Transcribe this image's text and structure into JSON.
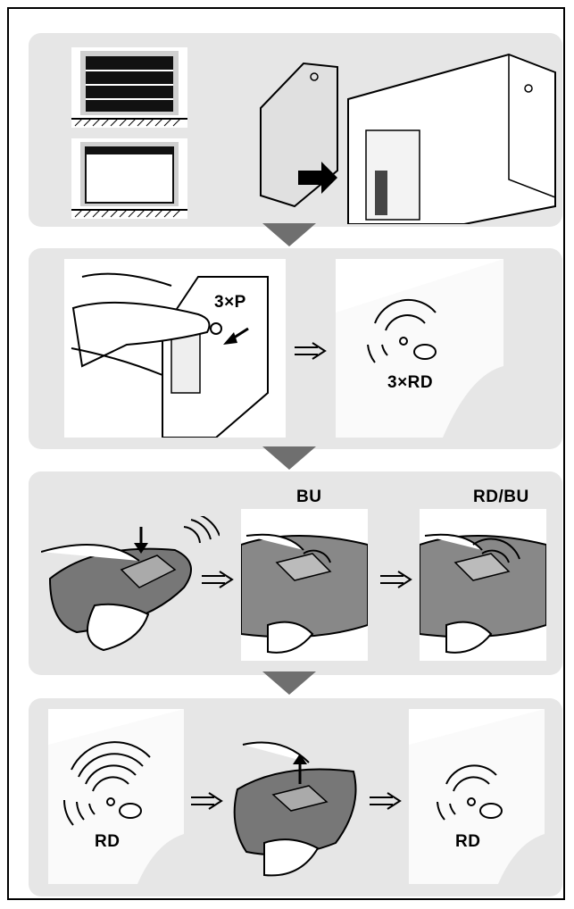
{
  "steps": {
    "step2": {
      "press_label": "3×P",
      "led_label": "3×RD"
    },
    "step3": {
      "led_blue_label": "BU",
      "led_redblue_label": "RD/BU"
    },
    "step4": {
      "led_left_label": "RD",
      "led_right_label": "RD"
    }
  },
  "icons": {
    "flow_arrow": "double-line-arrow-icon",
    "step_separator": "down-triangle-icon"
  },
  "colors": {
    "panel": "#e6e6e6",
    "separator": "#6f6f6f",
    "line": "#000000"
  }
}
